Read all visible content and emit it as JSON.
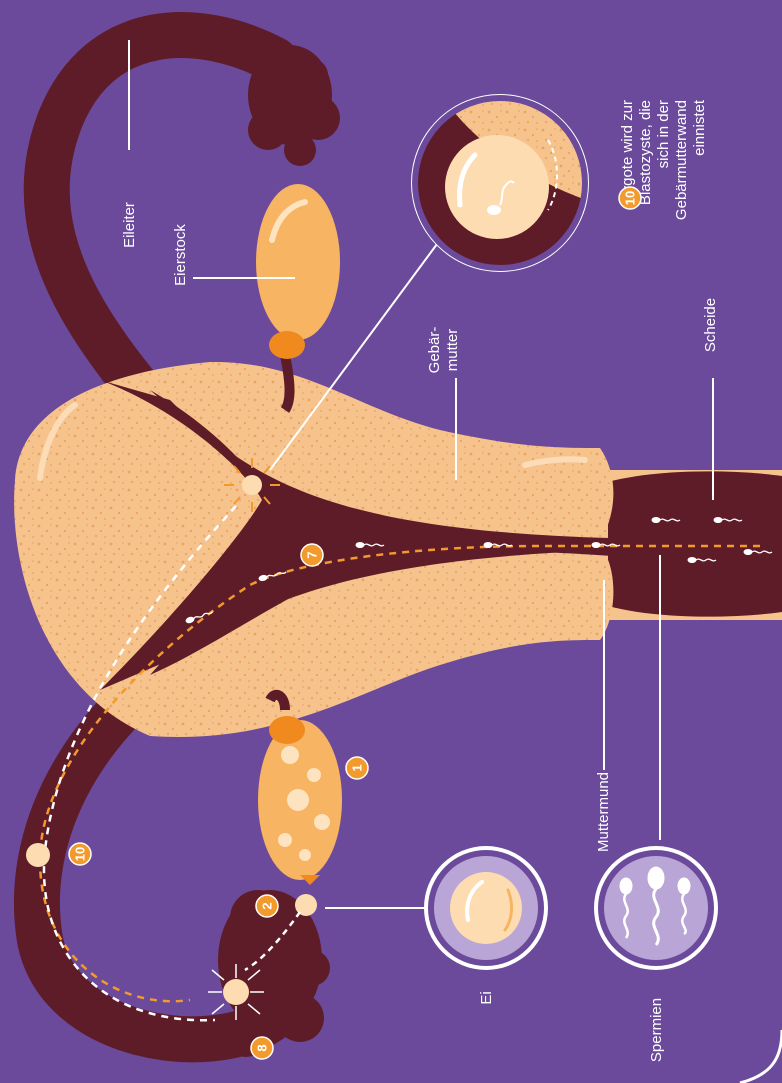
{
  "colors": {
    "background": "#6b4a9c",
    "tube": "#5e1c28",
    "tissue": "#f6c38c",
    "tissue_dots": "#e9a46a",
    "ovary": "#f7b462",
    "ovary_stalk": "#f08a1e",
    "marker": "#f39a2c",
    "circle_fill": "#b9a6d6",
    "path_orange": "#f39a2c",
    "path_white": "#ffffff"
  },
  "labels": {
    "eileiter": "Eileiter",
    "eierstock": "Eierstock",
    "gebaermutter_1": "Gebär-",
    "gebaermutter_2": "mutter",
    "scheide": "Scheide",
    "muttermund": "Muttermund",
    "ei": "Ei",
    "spermien": "Spermien",
    "zygote_1": "Zygote wird zur",
    "zygote_2": "Blastozyste, die",
    "zygote_3": "sich in der",
    "zygote_4": "Gebärmutterwand",
    "zygote_5": "einnistet"
  },
  "markers": {
    "m1": "1",
    "m2": "2",
    "m7": "7",
    "m8": "8",
    "m10a": "10",
    "m10b": "10"
  },
  "icons": [
    "egg-icon",
    "sperm-icon",
    "blastocyst-icon",
    "ovary-icon"
  ]
}
